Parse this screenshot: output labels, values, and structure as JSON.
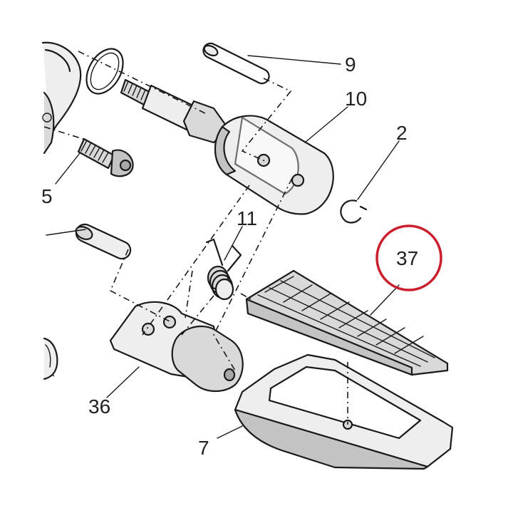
{
  "callouts": {
    "c9": "9",
    "c10": "10",
    "c2": "2",
    "c5": "5",
    "c11": "11",
    "c37": "37",
    "c36": "36",
    "c7": "7"
  },
  "colors": {
    "highlight_circle": "#cc1f2d",
    "line": "#1a1a1a"
  }
}
